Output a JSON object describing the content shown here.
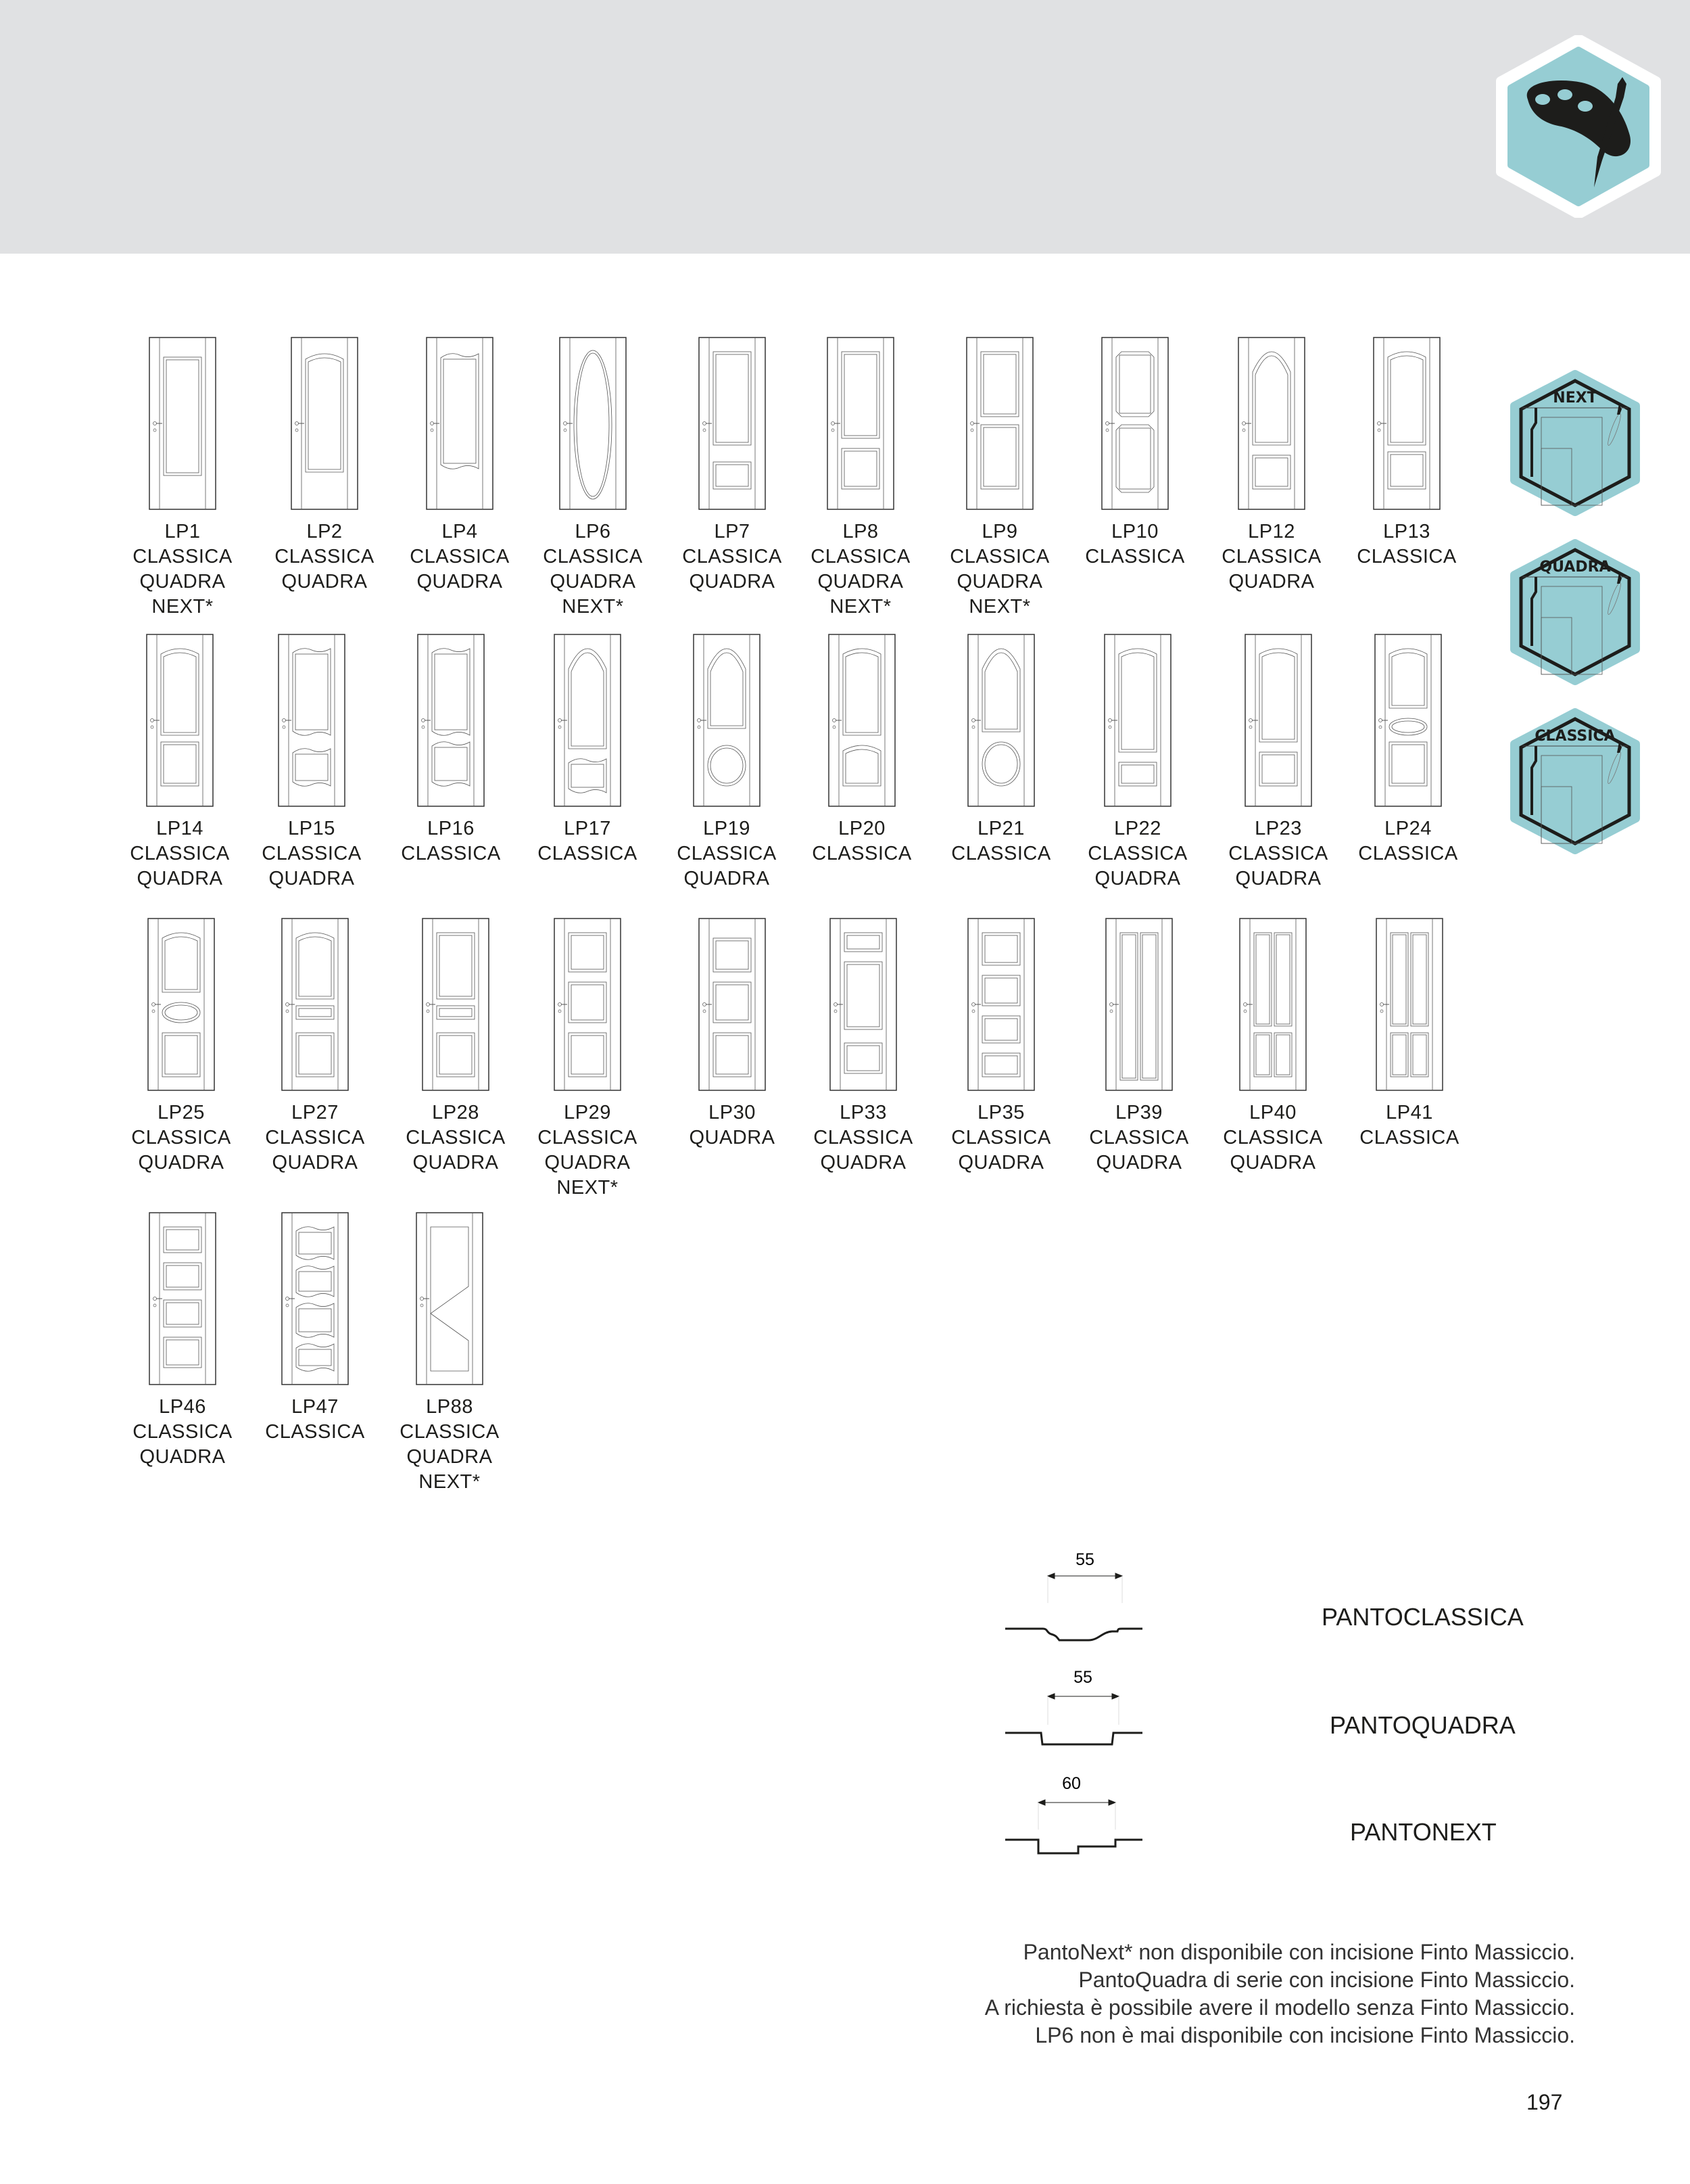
{
  "colors": {
    "header_bg": "#e0e1e3",
    "badge_teal": "#96cdd3",
    "ink": "#1d1d1b"
  },
  "header": {
    "badge_icon": "palette-brush-icon"
  },
  "doors": [
    {
      "code": "LP1",
      "finishes": [
        "CLASSICA",
        "QUADRA",
        "NEXT*"
      ]
    },
    {
      "code": "LP2",
      "finishes": [
        "CLASSICA",
        "QUADRA"
      ]
    },
    {
      "code": "LP4",
      "finishes": [
        "CLASSICA",
        "QUADRA"
      ]
    },
    {
      "code": "LP6",
      "finishes": [
        "CLASSICA",
        "QUADRA",
        "NEXT*"
      ]
    },
    {
      "code": "LP7",
      "finishes": [
        "CLASSICA",
        "QUADRA"
      ]
    },
    {
      "code": "LP8",
      "finishes": [
        "CLASSICA",
        "QUADRA",
        "NEXT*"
      ]
    },
    {
      "code": "LP9",
      "finishes": [
        "CLASSICA",
        "QUADRA",
        "NEXT*"
      ]
    },
    {
      "code": "LP10",
      "finishes": [
        "CLASSICA"
      ]
    },
    {
      "code": "LP12",
      "finishes": [
        "CLASSICA",
        "QUADRA"
      ]
    },
    {
      "code": "LP13",
      "finishes": [
        "CLASSICA"
      ]
    },
    {
      "code": "LP14",
      "finishes": [
        "CLASSICA",
        "QUADRA"
      ]
    },
    {
      "code": "LP15",
      "finishes": [
        "CLASSICA",
        "QUADRA"
      ]
    },
    {
      "code": "LP16",
      "finishes": [
        "CLASSICA"
      ]
    },
    {
      "code": "LP17",
      "finishes": [
        "CLASSICA"
      ]
    },
    {
      "code": "LP19",
      "finishes": [
        "CLASSICA",
        "QUADRA"
      ]
    },
    {
      "code": "LP20",
      "finishes": [
        "CLASSICA"
      ]
    },
    {
      "code": "LP21",
      "finishes": [
        "CLASSICA"
      ]
    },
    {
      "code": "LP22",
      "finishes": [
        "CLASSICA",
        "QUADRA"
      ]
    },
    {
      "code": "LP23",
      "finishes": [
        "CLASSICA",
        "QUADRA"
      ]
    },
    {
      "code": "LP24",
      "finishes": [
        "CLASSICA"
      ]
    },
    {
      "code": "LP25",
      "finishes": [
        "CLASSICA",
        "QUADRA"
      ]
    },
    {
      "code": "LP27",
      "finishes": [
        "CLASSICA",
        "QUADRA"
      ]
    },
    {
      "code": "LP28",
      "finishes": [
        "CLASSICA",
        "QUADRA"
      ]
    },
    {
      "code": "LP29",
      "finishes": [
        "CLASSICA",
        "QUADRA",
        "NEXT*"
      ]
    },
    {
      "code": "LP30",
      "finishes": [
        "QUADRA"
      ]
    },
    {
      "code": "LP33",
      "finishes": [
        "CLASSICA",
        "QUADRA"
      ]
    },
    {
      "code": "LP35",
      "finishes": [
        "CLASSICA",
        "QUADRA"
      ]
    },
    {
      "code": "LP39",
      "finishes": [
        "CLASSICA",
        "QUADRA"
      ]
    },
    {
      "code": "LP40",
      "finishes": [
        "CLASSICA",
        "QUADRA"
      ]
    },
    {
      "code": "LP41",
      "finishes": [
        "CLASSICA"
      ]
    },
    {
      "code": "LP46",
      "finishes": [
        "CLASSICA",
        "QUADRA"
      ]
    },
    {
      "code": "LP47",
      "finishes": [
        "CLASSICA"
      ]
    },
    {
      "code": "LP88",
      "finishes": [
        "CLASSICA",
        "QUADRA",
        "NEXT*"
      ]
    }
  ],
  "badges": [
    {
      "label": "NEXT"
    },
    {
      "label": "QUADRA"
    },
    {
      "label": "CLASSICA"
    }
  ],
  "profiles": [
    {
      "name": "PANTOCLASSICA",
      "dimension": "55"
    },
    {
      "name": "PANTOQUADRA",
      "dimension": "55"
    },
    {
      "name": "PANTONEXT",
      "dimension": "60"
    }
  ],
  "notes": [
    "PantoNext* non disponibile con incisione Finto Massiccio.",
    "PantoQuadra di serie con incisione Finto Massiccio.",
    "A richiesta è possibile avere il modello senza Finto Massiccio.",
    "LP6 non è mai disponibile con incisione Finto Massiccio."
  ],
  "page_number": "197"
}
